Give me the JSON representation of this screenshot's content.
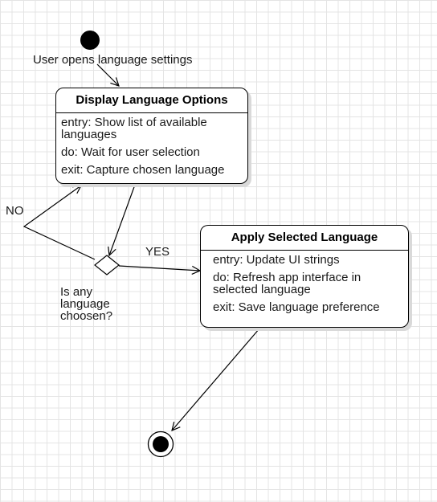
{
  "transition_trigger": "User opens language settings",
  "states": {
    "display": {
      "title": "Display Language Options",
      "entry": "entry: Show list of available languages",
      "do": "do: Wait for user selection",
      "exit": "exit: Capture chosen language"
    },
    "apply": {
      "title": "Apply Selected Language",
      "entry": "entry: Update UI strings",
      "do": "do: Refresh app interface in selected language",
      "exit": "exit: Save language preference"
    }
  },
  "decision": {
    "question": "Is any language choosen?",
    "no_label": "NO",
    "yes_label": "YES"
  },
  "colors": {
    "line": "#000000",
    "grid": "#e4e4e4",
    "shadow": "#d9d9d9"
  }
}
